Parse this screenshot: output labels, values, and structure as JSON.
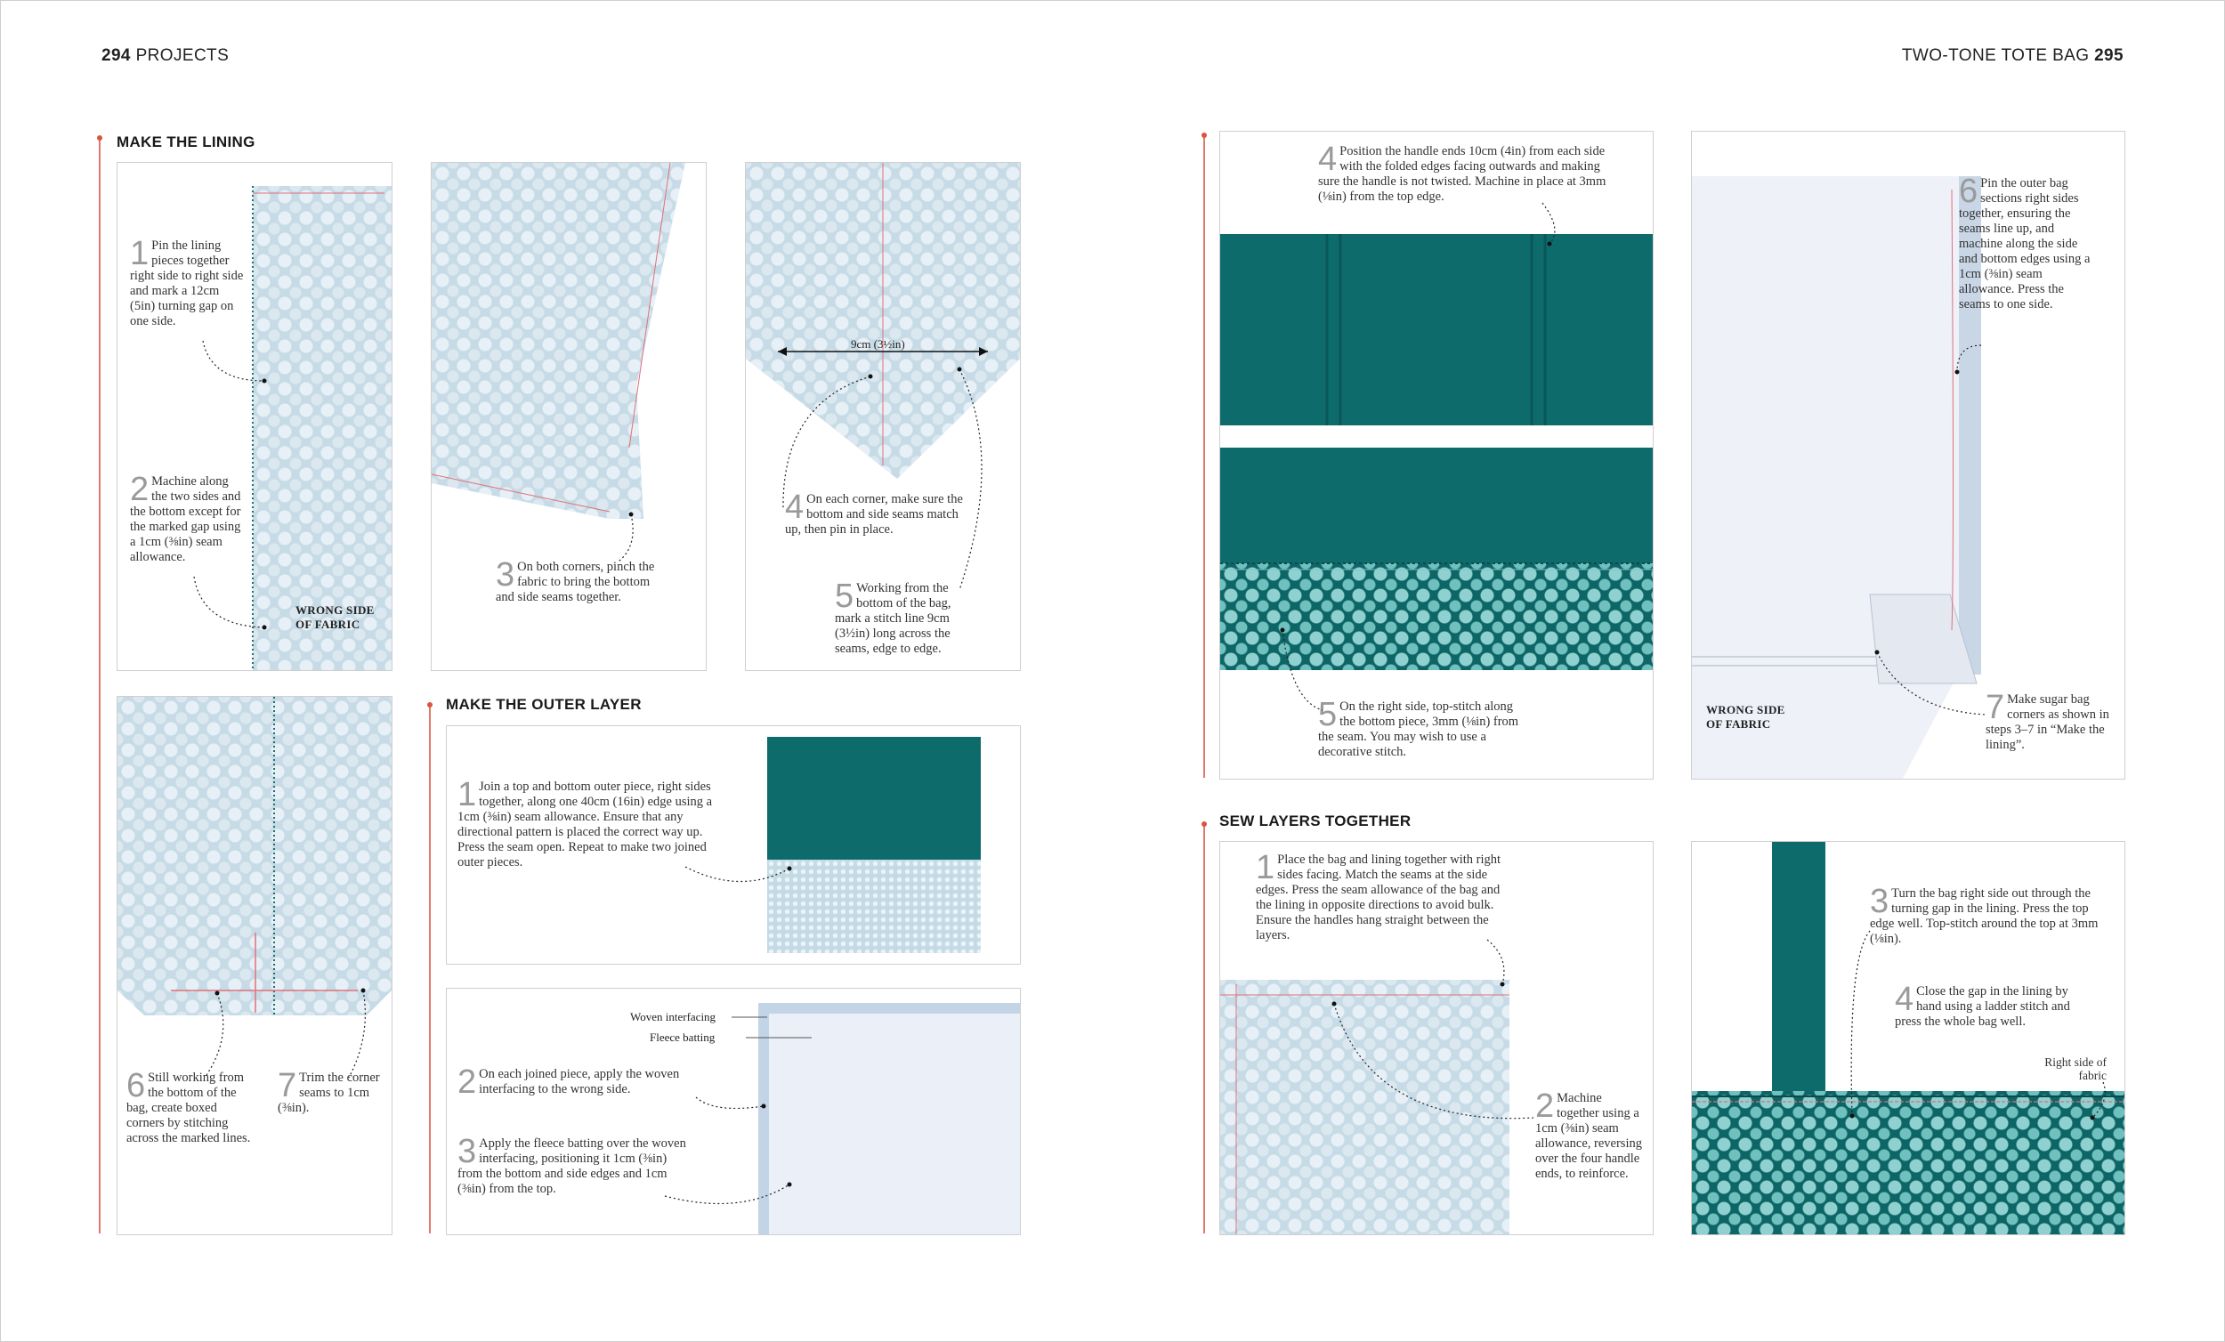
{
  "header": {
    "left_number": "294",
    "left_text": "PROJECTS",
    "right_text": "TWO-TONE TOTE BAG",
    "right_number": "295"
  },
  "sections": {
    "lining": "MAKE THE LINING",
    "outer": "MAKE THE OUTER LAYER",
    "sew": "SEW LAYERS TOGETHER"
  },
  "lining_steps": [
    {
      "n": "1",
      "text": "Pin the lining pieces together right side to right side and mark a 12cm (5in) turning gap on one side."
    },
    {
      "n": "2",
      "text": "Machine along the two sides and the bottom except for the marked gap using a 1cm (⅜in) seam allowance."
    },
    {
      "n": "3",
      "text": "On both corners, pinch the fabric to bring the bottom and side seams together."
    },
    {
      "n": "4",
      "text": "On each corner, make sure the bottom and side seams match up, then pin in place."
    },
    {
      "n": "5",
      "text": "Working from the bottom of the bag, mark a stitch line 9cm (3½in) long across the seams, edge to edge."
    },
    {
      "n": "6",
      "text": "Still working from the bottom of the bag, create boxed corners by stitching across the marked lines."
    },
    {
      "n": "7",
      "text": "Trim the corner seams to 1cm (⅜in)."
    }
  ],
  "lining_labels": {
    "wrong_side": "WRONG SIDE OF FABRIC",
    "measure": "9cm (3½in)"
  },
  "outer_steps": [
    {
      "n": "1",
      "text": "Join a top and bottom outer piece, right sides together, along one 40cm (16in) edge using a 1cm (⅜in) seam allowance. Ensure that any directional pattern is placed the correct way up. Press the seam open. Repeat to make two joined outer pieces."
    },
    {
      "n": "2",
      "text": "On each joined piece, apply the woven interfacing to the wrong side."
    },
    {
      "n": "3",
      "text": "Apply the fleece batting over the woven interfacing, positioning it 1cm (⅜in) from the bottom and side edges and 1cm (⅜in) from the top."
    },
    {
      "n": "4",
      "text": "Position the handle ends 10cm (4in) from each side with the folded edges facing outwards and making sure the handle is not twisted. Machine in place at 3mm (⅛in) from the top edge."
    },
    {
      "n": "5",
      "text": "On the right side, top-stitch along the bottom piece, 3mm (⅛in) from the seam. You may wish to use a decorative stitch."
    },
    {
      "n": "6",
      "text": "Pin the outer bag sections right sides together, ensuring the seams line up, and machine along the side and bottom edges using a 1cm (⅜in) seam allowance. Press the seams to one side."
    },
    {
      "n": "7",
      "text": "Make sugar bag corners as shown in steps 3–7 in “Make the lining”."
    }
  ],
  "outer_labels": {
    "woven": "Woven interfacing",
    "fleece": "Fleece batting",
    "wrong_side": "WRONG SIDE OF FABRIC"
  },
  "sew_steps": [
    {
      "n": "1",
      "text": "Place the bag and lining together with right sides facing. Match the seams at the side edges. Press the seam allowance of the bag and the lining in opposite directions to avoid bulk. Ensure the handles hang straight between the layers."
    },
    {
      "n": "2",
      "text": "Machine together using a 1cm (⅜in) seam allowance, reversing over the four handle ends, to reinforce."
    },
    {
      "n": "3",
      "text": "Turn the bag right side out through the turning gap in the lining. Press the top edge well. Top-stitch around the top at 3mm (⅛in)."
    },
    {
      "n": "4",
      "text": "Close the gap in the lining by hand using a ladder stitch and press the whole bag well."
    }
  ],
  "sew_labels": {
    "right_side": "Right side of fabric"
  }
}
